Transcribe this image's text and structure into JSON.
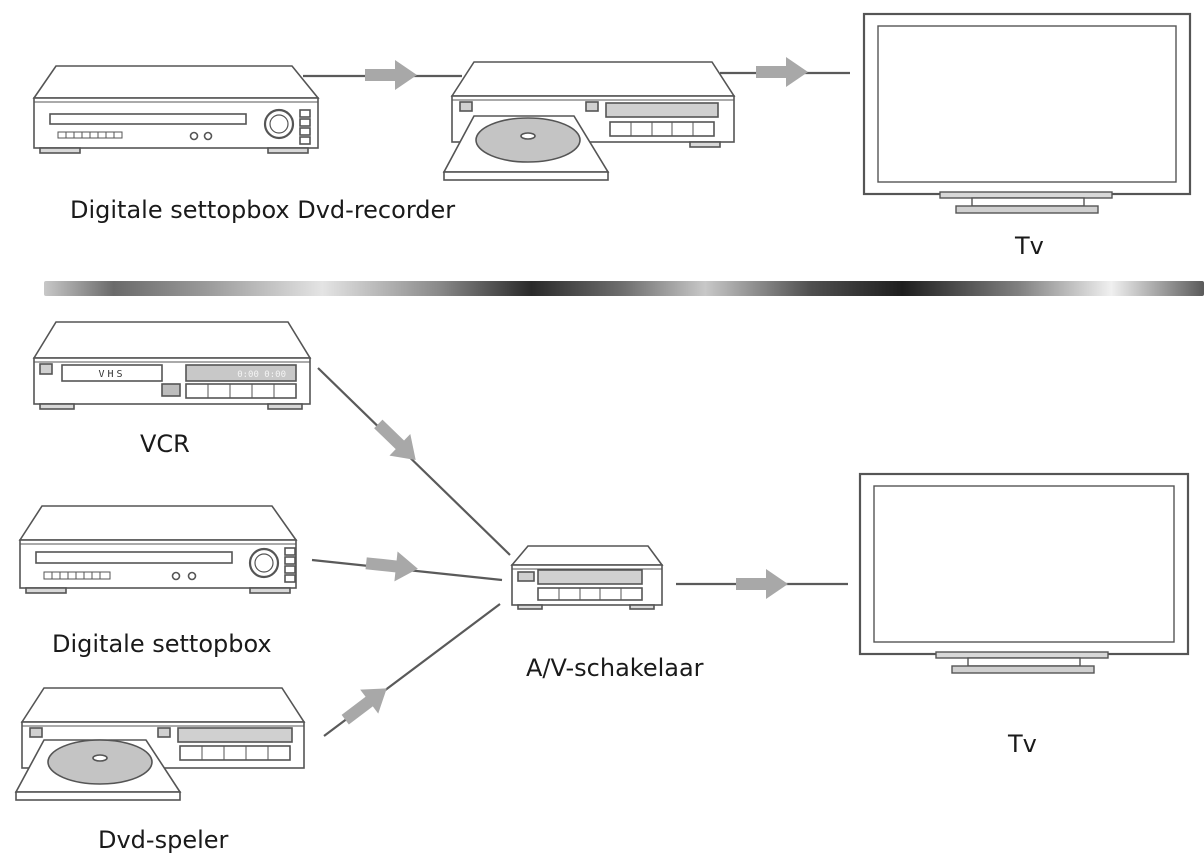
{
  "top": {
    "label_left": "Digitale settopbox Dvd-recorder",
    "label_tv": "Tv"
  },
  "bottom": {
    "vcr": {
      "label": "VCR",
      "tape_text": "VHS",
      "display_text": "0:00 0:00"
    },
    "settopbox_label": "Digitale settopbox",
    "dvd_label": "Dvd-speler",
    "switch_label": "A/V-schakelaar",
    "tv_label": "Tv"
  },
  "colors": {
    "line": "#5a5a5a",
    "arrow": "#a8a8a8",
    "device_stroke": "#555555",
    "display_fill": "#d0d0d0",
    "disc_fill": "#c4c4c4"
  }
}
